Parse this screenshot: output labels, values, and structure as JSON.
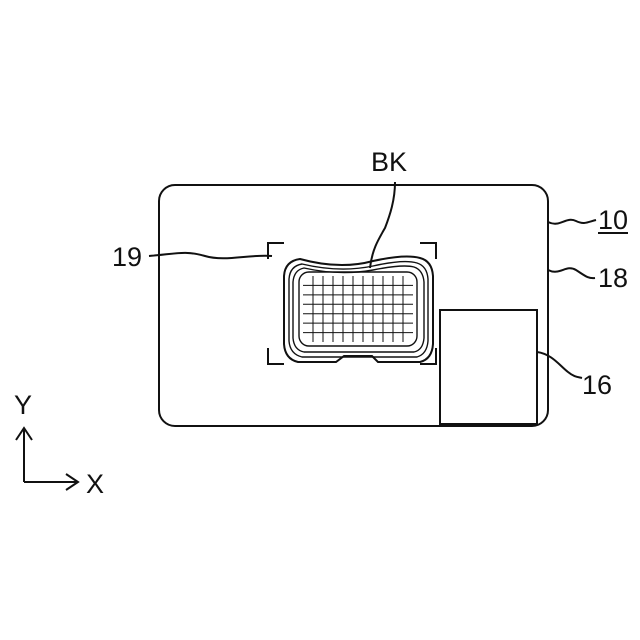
{
  "figure": {
    "ref_device": "10",
    "ref_display": "18",
    "ref_window": "16",
    "ref_frame": "19",
    "ref_object": "BK",
    "axis_y": "Y",
    "axis_x": "X"
  },
  "colors": {
    "ink": "#111111",
    "background": "#ffffff"
  },
  "grid": {
    "columns": 11,
    "rows": 7
  }
}
